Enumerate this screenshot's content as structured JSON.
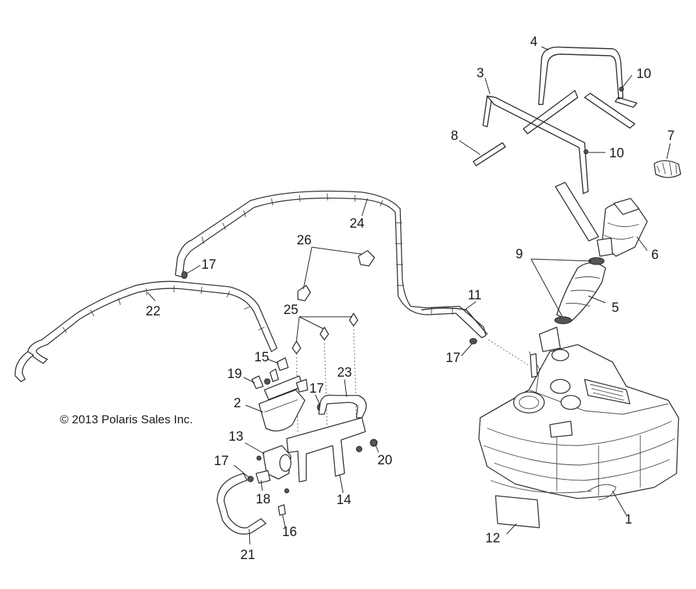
{
  "copyright": "© 2013 Polaris Sales Inc.",
  "callouts": [
    "1",
    "2",
    "3",
    "4",
    "5",
    "6",
    "7",
    "8",
    "9",
    "10",
    "10",
    "11",
    "12",
    "13",
    "14",
    "15",
    "16",
    "17",
    "17",
    "17",
    "17",
    "18",
    "19",
    "20",
    "21",
    "22",
    "23",
    "24",
    "25",
    "26"
  ]
}
